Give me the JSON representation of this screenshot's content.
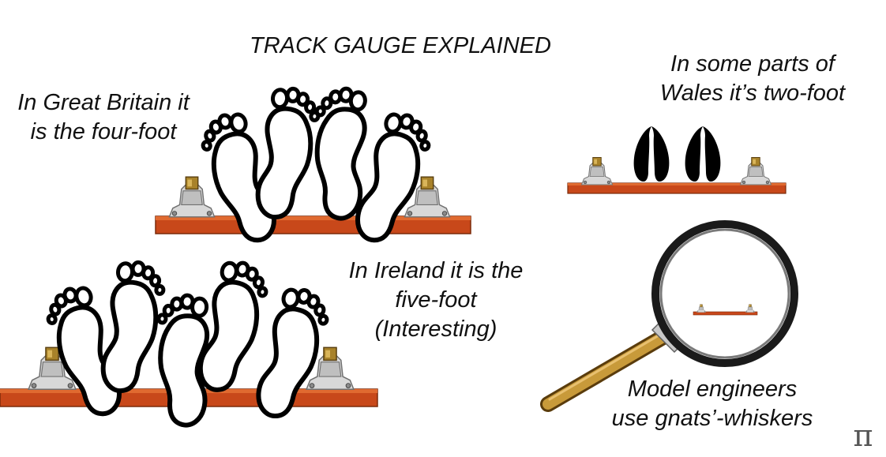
{
  "title": "TRACK GAUGE EXPLAINED",
  "captions": {
    "great_britain": [
      "In Great Britain it",
      "is the four-foot"
    ],
    "wales": [
      "In some parts of",
      "Wales it’s two-foot"
    ],
    "ireland": [
      "In Ireland it is the",
      "five-foot",
      "(Interesting)"
    ],
    "model": [
      "Model engineers",
      "use gnats’-whiskers"
    ]
  },
  "signature": "π",
  "colors": {
    "sleeper": "#c8481a",
    "sleeper_edge": "#7a2a0a",
    "rail_chair": "#d2d2d2",
    "rail_key": "#a8822a",
    "hoof": "#000000",
    "foot_outline": "#000000",
    "magnifier_handle": "#c89a3a",
    "magnifier_rim": "#1a1a1a"
  },
  "icons": [
    "left-foot-icon",
    "right-foot-icon",
    "hoof-icon",
    "rail-chair-icon",
    "magnifying-glass-icon"
  ]
}
